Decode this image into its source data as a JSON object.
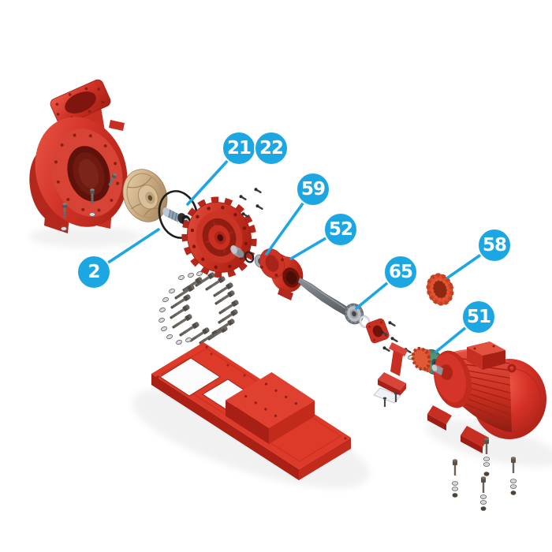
{
  "diagram": {
    "type": "exploded-parts-diagram",
    "subject": "centrifugal pump with motor, coupling and baseplate"
  },
  "callouts": [
    {
      "label": "21"
    },
    {
      "label": "22"
    },
    {
      "label": "2"
    },
    {
      "label": "59"
    },
    {
      "label": "52"
    },
    {
      "label": "65"
    },
    {
      "label": "58"
    },
    {
      "label": "51"
    }
  ],
  "colors": {
    "callout-blue": "#1CA7E2",
    "part-red": "#D23227",
    "part-red-dark": "#9E1C12",
    "impeller-bronze": "#C9AA80",
    "coupling-green": "#47806B",
    "coupling-orange": "#E05A36",
    "metal-gray": "#8A9097",
    "background": "#FFFFFF"
  }
}
